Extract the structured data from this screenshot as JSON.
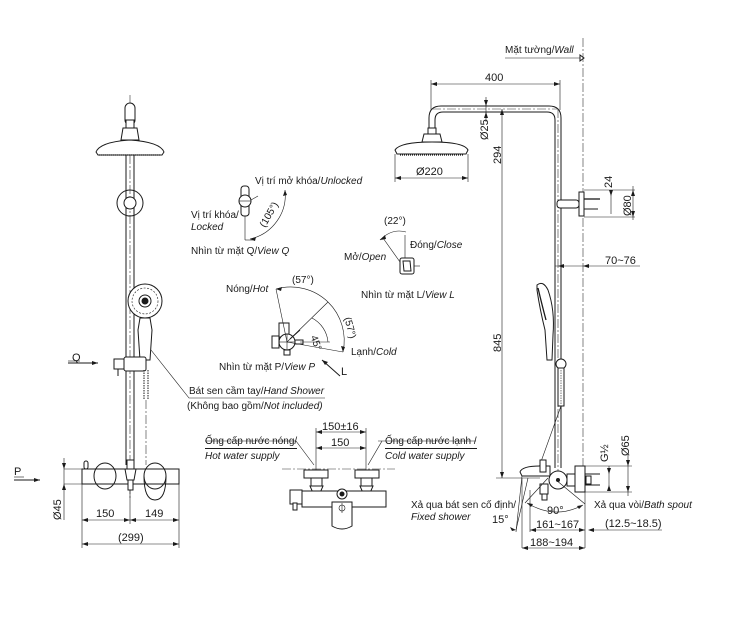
{
  "front_view": {
    "marker_q": "Q",
    "marker_p": "P",
    "dim_height_diameter": "Ø45",
    "dim_left": "150",
    "dim_right": "149",
    "dim_total": "(299)"
  },
  "view_q": {
    "unlocked_vi": "Vị trí mở khóa/",
    "unlocked_en": "Unlocked",
    "locked_vi": "Vị trí khóa/",
    "locked_en": "Locked",
    "angle": "(105°)",
    "caption_vi": "Nhìn từ mặt Q/",
    "caption_en": "View Q"
  },
  "view_l": {
    "angle": "(22°)",
    "close_vi": "Đóng/",
    "close_en": "Close",
    "open_vi": "Mở/",
    "open_en": "Open",
    "caption_vi": "Nhìn từ mặt L/",
    "caption_en": "View L"
  },
  "view_p": {
    "hot_vi": "Nóng/",
    "hot_en": "Hot",
    "cold_vi": "Lạnh/",
    "cold_en": "Cold",
    "angle_top": "(57°)",
    "angle_side": "(57°)",
    "angle_mid": "45°",
    "marker_l": "L",
    "caption_vi": "Nhìn từ mặt P/",
    "caption_en": "View P"
  },
  "hand_shower": {
    "label_vi": "Bát sen cầm tay/",
    "label_en": "Hand Shower",
    "note_vi": "(Không bao gồm/",
    "note_en": "Not included)"
  },
  "mixer_top": {
    "dim_outer": "150±16",
    "dim_inner": "150",
    "hot_supply_vi": "Ống cấp nước nóng/",
    "hot_supply_en": "Hot water supply",
    "cold_supply_vi": "Ống cấp nước lạnh /",
    "cold_supply_en": "Cold water supply"
  },
  "side_view": {
    "wall_vi": "Mặt tường/",
    "wall_en": "Wall",
    "dim_arm": "400",
    "dim_pipe": "Ø25",
    "dim_head": "Ø220",
    "dim_drop": "294",
    "dim_bracket_offset": "24",
    "dim_bracket_dia": "Ø80",
    "dim_wall_gap": "70~76",
    "dim_riser": "845",
    "dim_thread": "G½",
    "dim_flange": "Ø65",
    "fixed_shower_vi": "Xả qua bát sen cố định/",
    "fixed_shower_en": "Fixed shower",
    "angle_15": "15°",
    "angle_90": "90°",
    "bath_spout_vi": "Xả qua vòi/",
    "bath_spout_en": "Bath spout",
    "dim_161": "161~167",
    "dim_188": "188~194",
    "dim_spout": "(12.5~18.5)"
  }
}
